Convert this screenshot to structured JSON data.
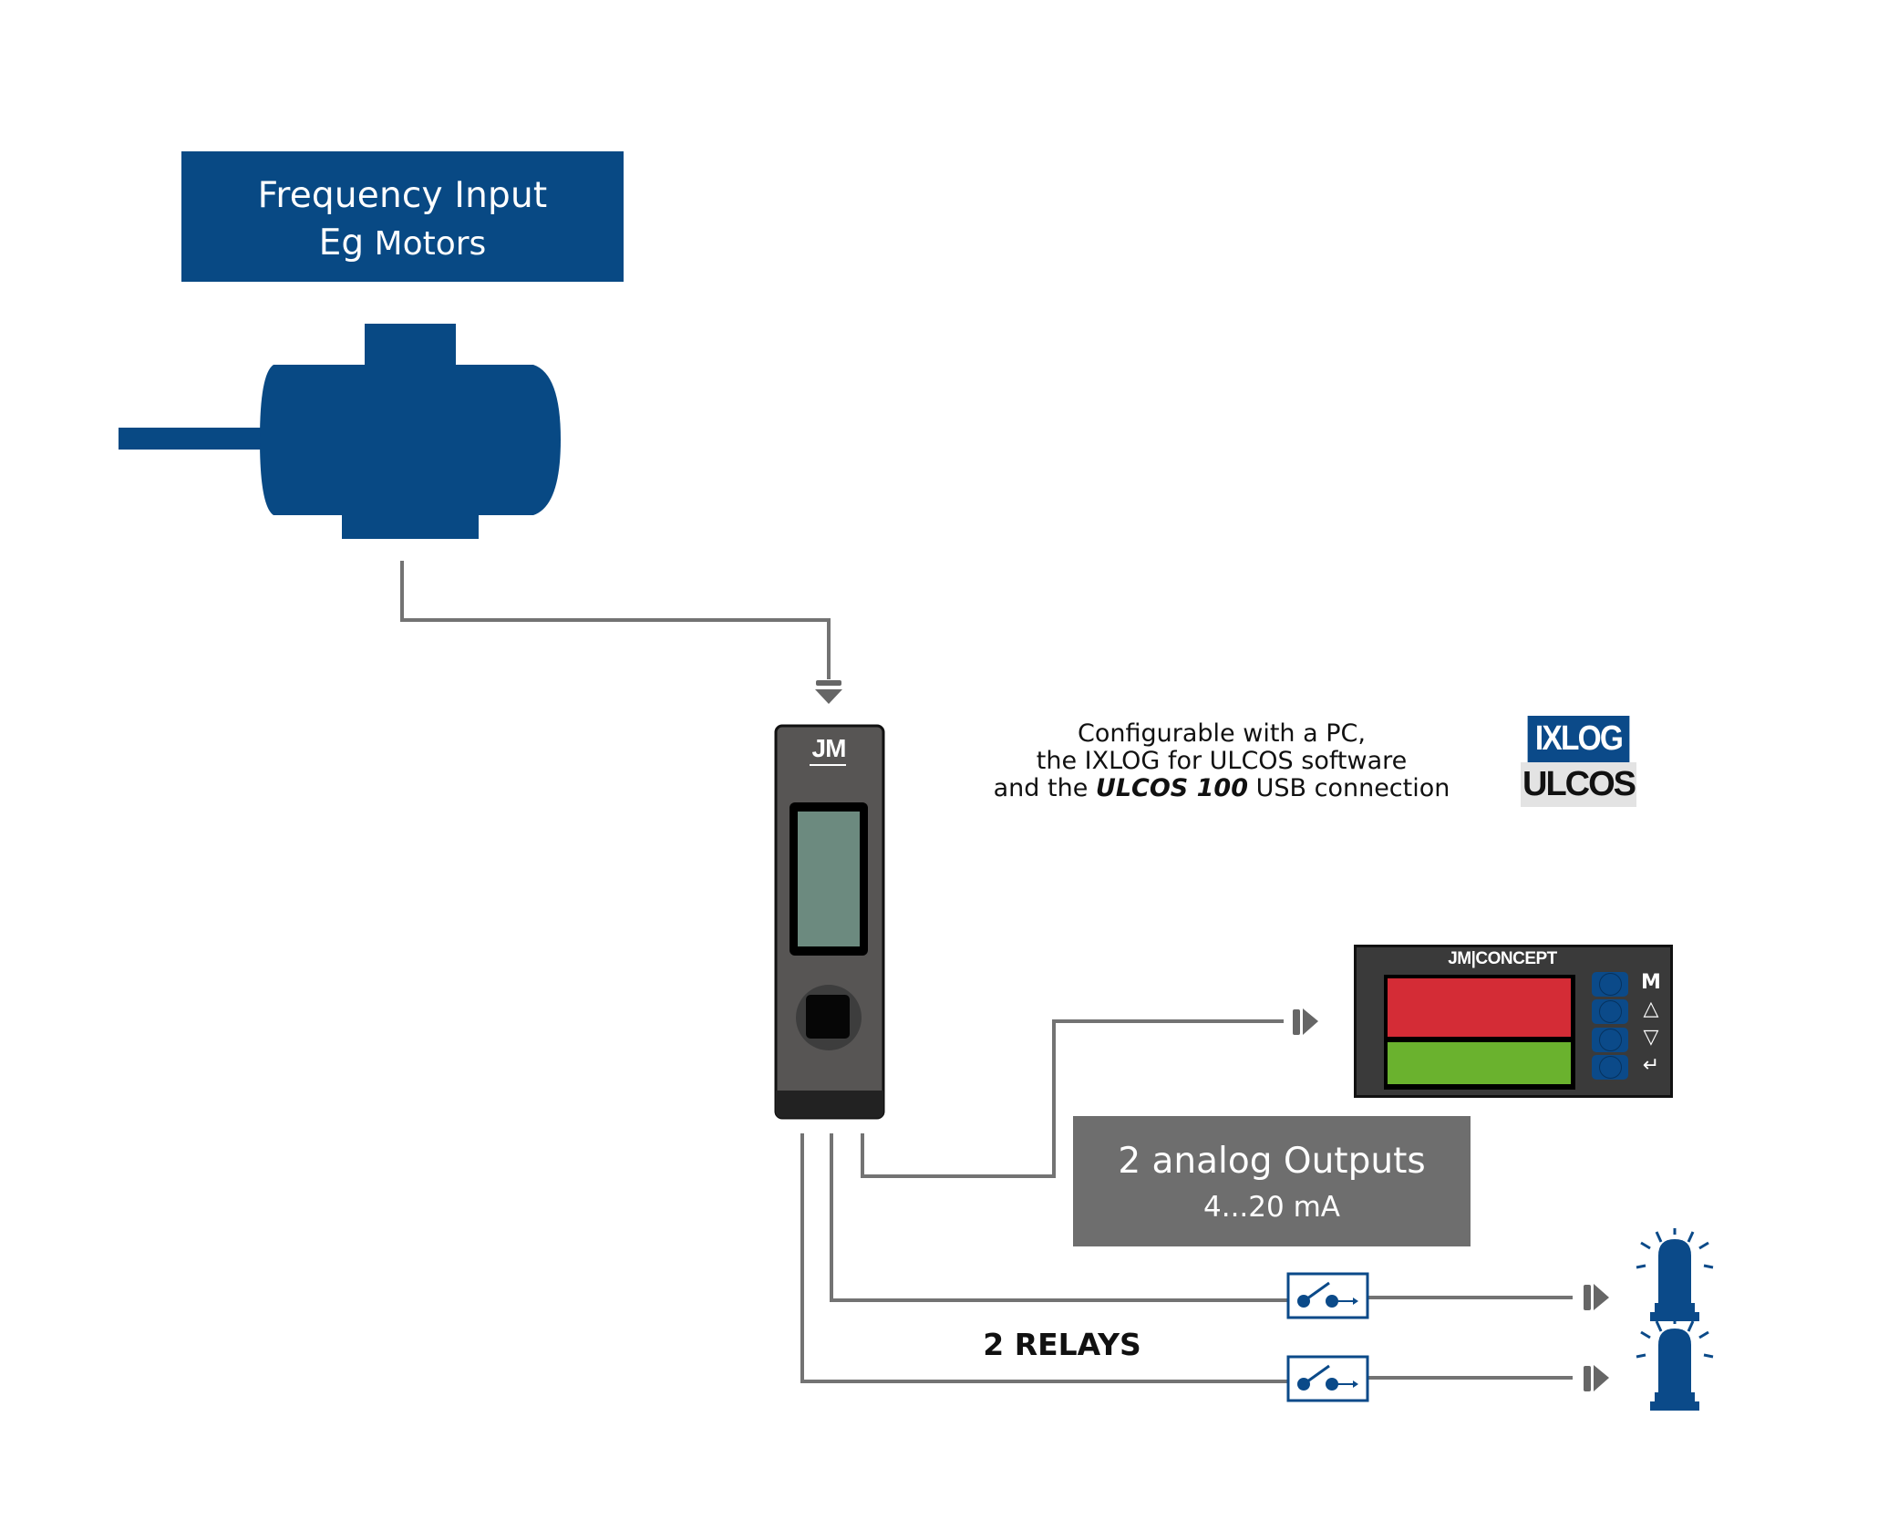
{
  "input_box": {
    "line1": "Frequency Input",
    "line2_prefix": "Eg",
    "line2_rest": " Motors"
  },
  "device": {
    "brand_label": "JM"
  },
  "config_note": {
    "line1": "Configurable with a PC,",
    "line2": "the IXLOG for ULCOS software",
    "line3_prefix": "and the ",
    "line3_italic": "ULCOS 100",
    "line3_suffix": " USB connection"
  },
  "logo": {
    "top": "IXLOG",
    "bottom": "ULCOS"
  },
  "panel_meter": {
    "brand": "JM|CONCEPT",
    "buttons": [
      {
        "symbol": "M",
        "name": "menu"
      },
      {
        "symbol": "△",
        "name": "up"
      },
      {
        "symbol": "▽",
        "name": "down"
      },
      {
        "symbol": "↵",
        "name": "enter"
      }
    ],
    "colors": {
      "top_display": "#d42c36",
      "bottom_display": "#6ab22e"
    }
  },
  "analog_outputs": {
    "title": "2 analog Outputs",
    "range": "4...20 mA"
  },
  "relays": {
    "label": "2 RELAYS",
    "count": 2
  },
  "colors": {
    "brand_blue": "#084984",
    "wire_gray": "#737373",
    "box_gray": "#6e6e6e"
  }
}
